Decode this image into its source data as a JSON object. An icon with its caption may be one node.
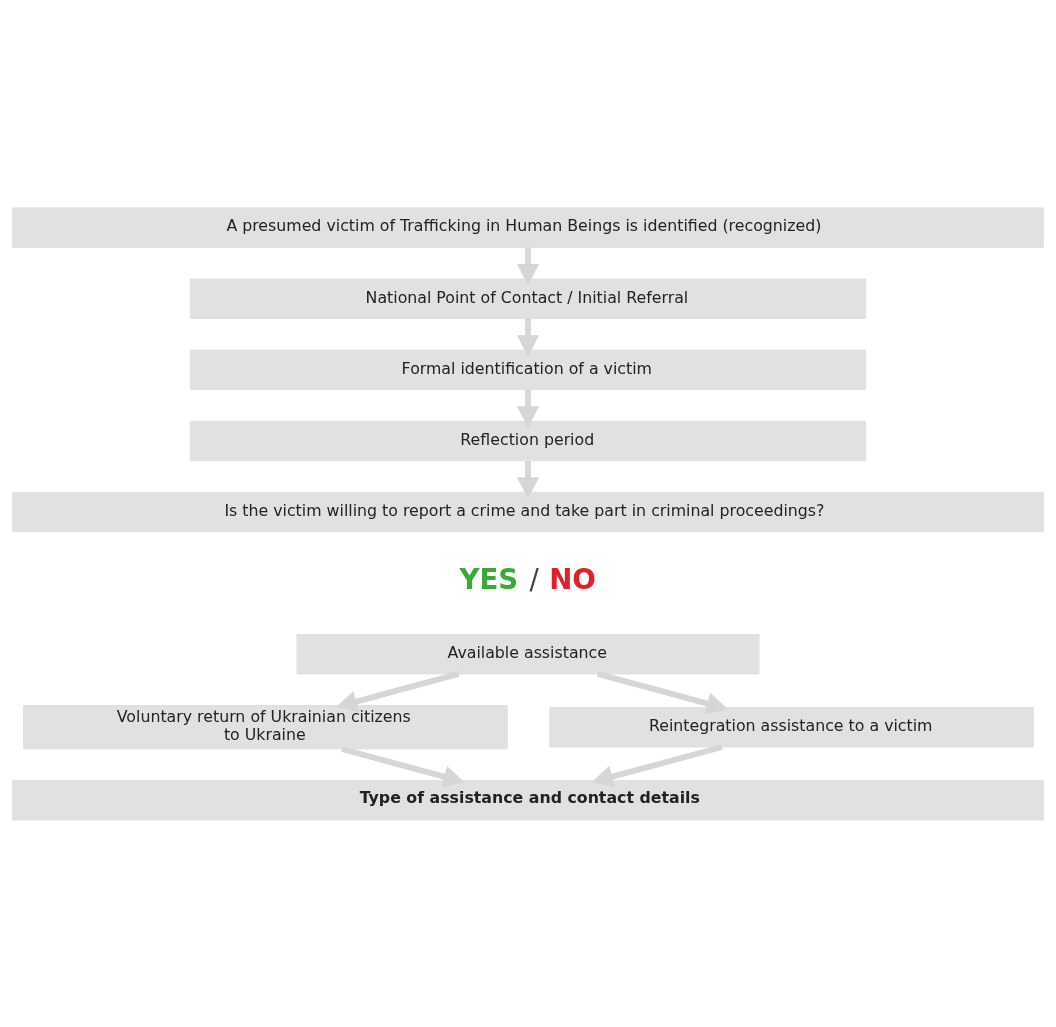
{
  "diagram": {
    "nodes": [
      {
        "text": [
          "A presumed victim of Trafficking in Human Beings is identified (recognized)"
        ]
      },
      {
        "text": [
          "National Point of Contact / Initial Referral"
        ]
      },
      {
        "text": [
          "Formal identification of a victim"
        ]
      },
      {
        "text": [
          "Reflection period"
        ]
      },
      {
        "text": [
          "Is the victim willing to report a crime and take part in criminal proceedings?"
        ]
      },
      {
        "text": [
          "Available assistance"
        ]
      },
      {
        "text": [
          "Voluntary return of Ukrainian citizens to Ukraine"
        ]
      },
      {
        "text": [
          "Reintegration assistance to a victim"
        ]
      },
      {
        "text": [
          "Type of assistance and contact details"
        ]
      }
    ],
    "edges": [
      {
        "from": 0,
        "to": 1,
        "arrow": "to"
      },
      {
        "from": 1,
        "to": 2,
        "arrow": "to"
      },
      {
        "from": 2,
        "to": 3,
        "arrow": "to"
      },
      {
        "from": 3,
        "to": 4,
        "arrow": "to"
      },
      {
        "from": 5,
        "to": 6,
        "arrow": "to"
      },
      {
        "from": 5,
        "to": 7,
        "arrow": "to"
      },
      {
        "from": 6,
        "to": 8,
        "arrow": "to"
      },
      {
        "from": 7,
        "to": 8,
        "arrow": "to"
      }
    ],
    "labels": [
      "YES",
      "/",
      "NO"
    ]
  }
}
